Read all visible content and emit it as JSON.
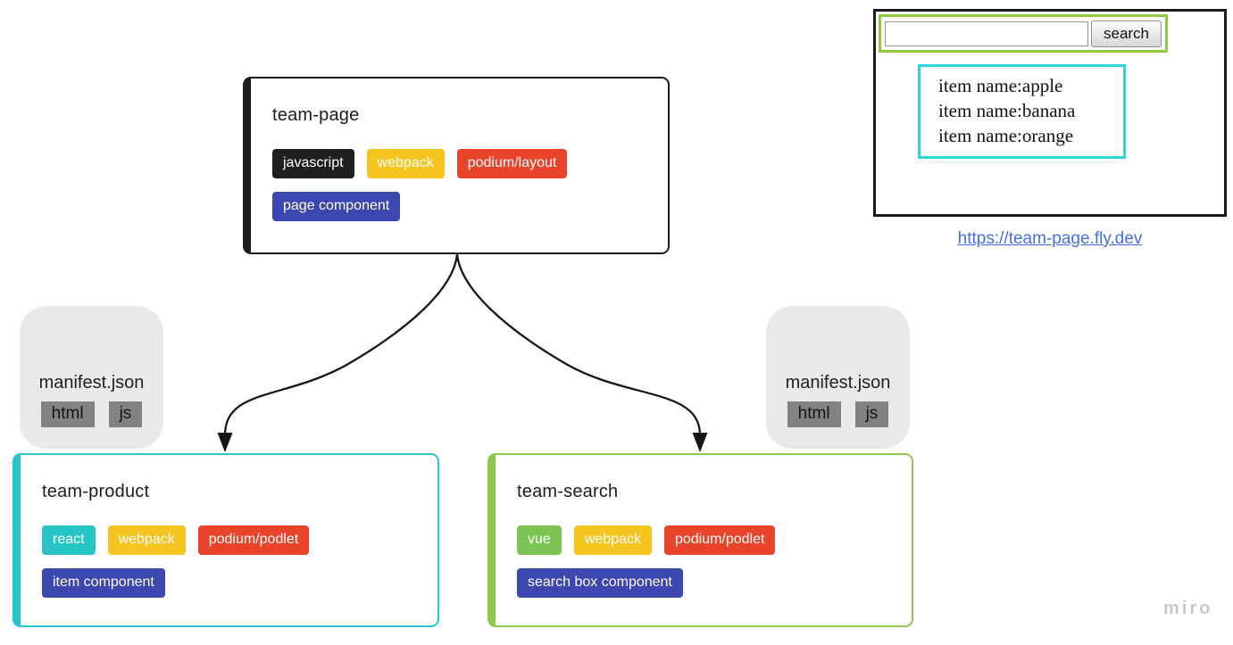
{
  "team_page": {
    "title": "team-page",
    "accent": "#1b1c20",
    "tags": [
      {
        "label": "javascript",
        "color": "#1e1f21"
      },
      {
        "label": "webpack",
        "color": "#f6c41f"
      },
      {
        "label": "podium/layout",
        "color": "#e9432a"
      },
      {
        "label": "page component",
        "color": "#3d47b0"
      }
    ]
  },
  "team_product": {
    "title": "team-product",
    "accent": "#27c4cd",
    "tags": [
      {
        "label": "react",
        "color": "#27c5c5"
      },
      {
        "label": "webpack",
        "color": "#f6c41f"
      },
      {
        "label": "podium/podlet",
        "color": "#e9432a"
      },
      {
        "label": "item component",
        "color": "#3d47b0"
      }
    ]
  },
  "team_search": {
    "title": "team-search",
    "accent": "#8fc84c",
    "tags": [
      {
        "label": "vue",
        "color": "#7cc554"
      },
      {
        "label": "webpack",
        "color": "#f6c41f"
      },
      {
        "label": "podium/podlet",
        "color": "#e9432a"
      },
      {
        "label": "search box component",
        "color": "#3d47b0"
      }
    ]
  },
  "manifest": {
    "title": "manifest.json",
    "tag_bg": "#828282",
    "tags": [
      {
        "label": "html"
      },
      {
        "label": "js"
      }
    ]
  },
  "browser": {
    "search_input_value": "",
    "search_button_label": "search",
    "search_box_border": "#92c83f",
    "results_border": "#2bd5d9",
    "results": [
      "item name:apple",
      "item name:banana",
      "item name:orange"
    ],
    "link_label": "https://team-page.fly.dev",
    "link_color": "#4170e2"
  },
  "watermark": "miro"
}
